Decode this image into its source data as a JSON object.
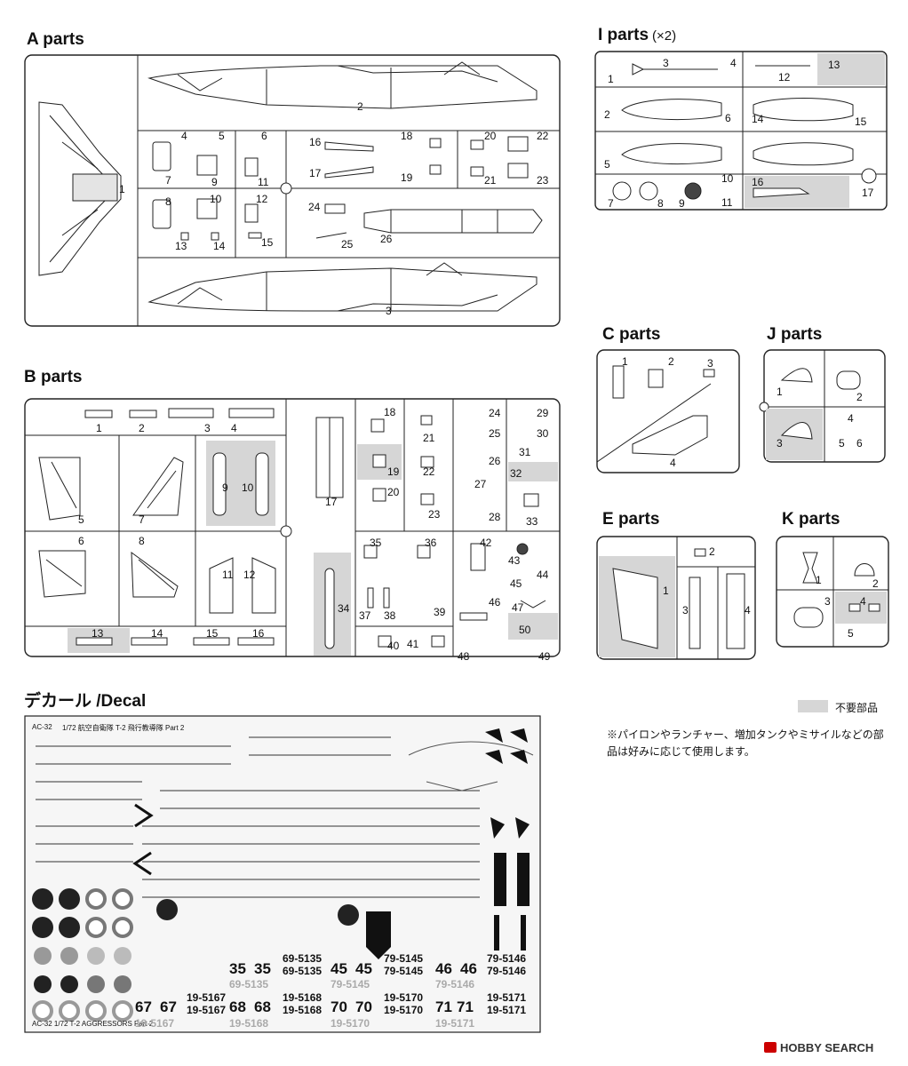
{
  "sections": {
    "a": {
      "title": "A parts"
    },
    "i": {
      "title": "I parts",
      "multiplier": "(×2)"
    },
    "b": {
      "title": "B parts"
    },
    "c": {
      "title": "C parts"
    },
    "j": {
      "title": "J parts"
    },
    "e": {
      "title": "E parts"
    },
    "k": {
      "title": "K parts"
    },
    "decal": {
      "title": "デカール /Decal"
    }
  },
  "part_numbers": {
    "a": [
      "1",
      "2",
      "3",
      "4",
      "5",
      "6",
      "7",
      "8",
      "9",
      "10",
      "11",
      "12",
      "13",
      "14",
      "15",
      "16",
      "17",
      "18",
      "19",
      "20",
      "21",
      "22",
      "23",
      "24",
      "25",
      "26"
    ],
    "i": [
      "1",
      "2",
      "3",
      "4",
      "5",
      "6",
      "7",
      "8",
      "9",
      "10",
      "11",
      "12",
      "13",
      "14",
      "15",
      "16",
      "17"
    ],
    "b": [
      "1",
      "2",
      "3",
      "4",
      "5",
      "6",
      "7",
      "8",
      "9",
      "10",
      "11",
      "12",
      "13",
      "14",
      "15",
      "16",
      "17",
      "18",
      "19",
      "20",
      "21",
      "22",
      "23",
      "24",
      "25",
      "26",
      "27",
      "28",
      "29",
      "30",
      "31",
      "32",
      "33",
      "34",
      "35",
      "36",
      "37",
      "38",
      "39",
      "40",
      "41",
      "42",
      "43",
      "44",
      "45",
      "46",
      "47",
      "48",
      "49",
      "50"
    ],
    "c": [
      "1",
      "2",
      "3",
      "4"
    ],
    "j": [
      "1",
      "2",
      "3",
      "4",
      "5",
      "6"
    ],
    "e": [
      "1",
      "2",
      "3",
      "4"
    ],
    "k": [
      "1",
      "2",
      "3",
      "4",
      "5"
    ]
  },
  "legend": {
    "label": "不要部品",
    "swatch_color": "#d6d6d6"
  },
  "note": "※パイロンやランチャー、増加タンクやミサイルなどの部品は好みに応じて使用します。",
  "decal_sheet": {
    "header_left": "AC-32",
    "header_title": "1/72 航空自衛隊 T-2 飛行教導隊 Part 2",
    "footer": "AC-32 1/72 T-2 AGGRESSORS Part 2",
    "big_numbers": [
      "35",
      "35",
      "45",
      "45",
      "46",
      "46",
      "67",
      "67",
      "68",
      "68",
      "70",
      "70",
      "71",
      "71"
    ],
    "serials_black": [
      "69-5135",
      "69-5135",
      "79-5145",
      "79-5145",
      "79-5146",
      "79-5146",
      "19-5167",
      "19-5167",
      "19-5168",
      "19-5168",
      "19-5170",
      "19-5170",
      "19-5171",
      "19-5171"
    ],
    "serials_gray": [
      "69-5135",
      "79-5145",
      "79-5146",
      "19-5167",
      "19-5168",
      "19-5170",
      "19-5171"
    ]
  },
  "watermark": "HOBBY SEARCH"
}
